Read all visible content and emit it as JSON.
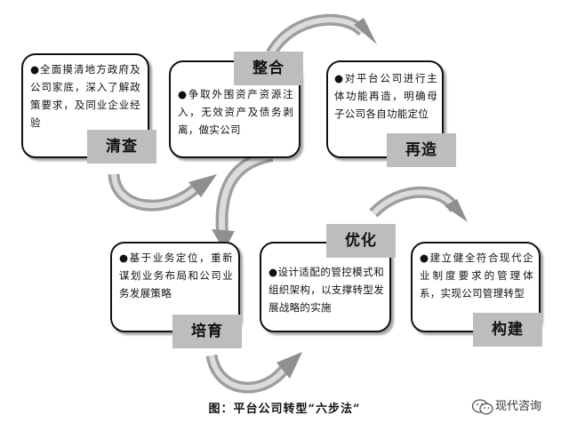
{
  "caption": "图：平台公司转型“六步法”",
  "watermark": "现代咨询",
  "steps": [
    {
      "label": "清查",
      "text": "●全面摸清地方政府及公司家底，深入了解政策要求，及同业企业经验"
    },
    {
      "label": "整合",
      "text": "●争取外围资产资源注入，无效资产及债务剥离，做实公司"
    },
    {
      "label": "再造",
      "text": "●对平台公司进行主体功能再造，明确母子公司各自功能定位"
    },
    {
      "label": "培育",
      "text": "●基于业务定位，重新谋划业务布局和公司业务发展策略"
    },
    {
      "label": "优化",
      "text": "●设计适配的管控模式和组织架构，以支撑转型发展战略的实施"
    },
    {
      "label": "构建",
      "text": "●建立健全符合现代企业制度要求的管理体系，实现公司管理转型"
    }
  ]
}
